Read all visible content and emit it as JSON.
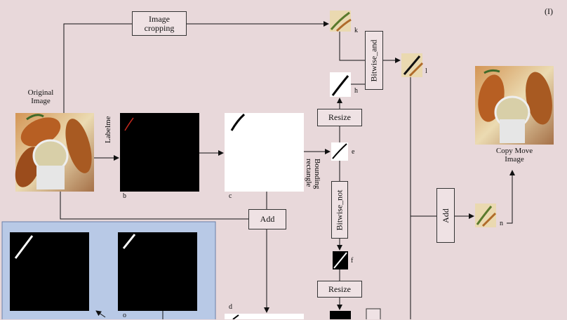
{
  "panel_label": "(I)",
  "labels": {
    "original_image": "Original\nImage",
    "labelme": "Labelme",
    "bounding_rectangle": "Bounding\nrectangle",
    "copy_move_image": "Copy Move\nImage"
  },
  "boxes": {
    "image_cropping": "Image\ncropping",
    "bitwise_and": "Bitwise_and",
    "resize_top": "Resize",
    "bitwise_not": "Bitwise_not",
    "resize_bottom": "Resize",
    "add_middle": "Add",
    "add_right": "Add"
  },
  "node_letters": {
    "b": "b",
    "c": "c",
    "d": "d",
    "e": "e",
    "f": "f",
    "h": "h",
    "k": "k",
    "l": "l",
    "n": "n",
    "o": "o"
  },
  "colors": {
    "background": "#e8d8da",
    "blue_panel": "#b8c9e6",
    "mask_black": "#000000",
    "mask_white": "#ffffff"
  }
}
